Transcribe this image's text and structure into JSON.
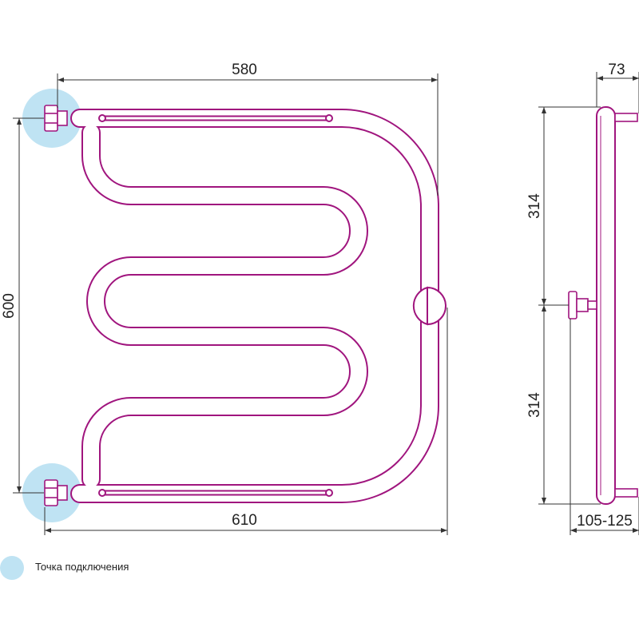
{
  "dimensions": {
    "top_width": "580",
    "bottom_width": "610",
    "height": "600",
    "depth": "73",
    "upper_half": "314",
    "lower_half": "314",
    "wall_distance": "105-125"
  },
  "legend": {
    "label": "Точка подключения"
  },
  "colors": {
    "pipe": "#a0157e",
    "connection_point": "#bfe3f3",
    "dimension_line": "#333333"
  }
}
